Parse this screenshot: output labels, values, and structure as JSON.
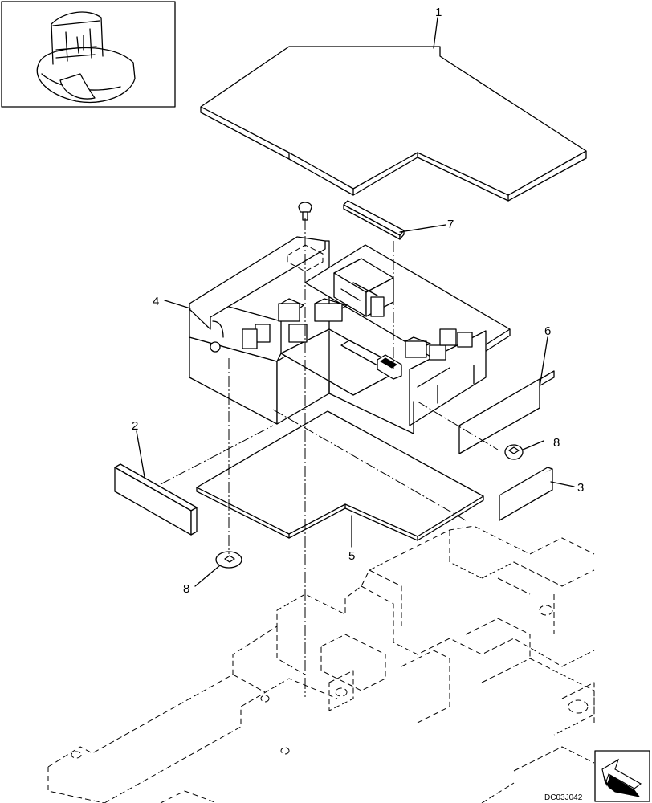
{
  "diagram": {
    "drawing_code": "DC03J042",
    "callouts": [
      {
        "id": "1",
        "text": "1"
      },
      {
        "id": "2",
        "text": "2"
      },
      {
        "id": "3",
        "text": "3"
      },
      {
        "id": "4",
        "text": "4"
      },
      {
        "id": "5",
        "text": "5"
      },
      {
        "id": "6",
        "text": "6"
      },
      {
        "id": "7",
        "text": "7"
      },
      {
        "id": "8a",
        "text": "8"
      },
      {
        "id": "8b",
        "text": "8"
      }
    ],
    "icons": {
      "inset": "excavator-thumbnail-icon",
      "navigation": "forward-arrow-icon"
    }
  }
}
